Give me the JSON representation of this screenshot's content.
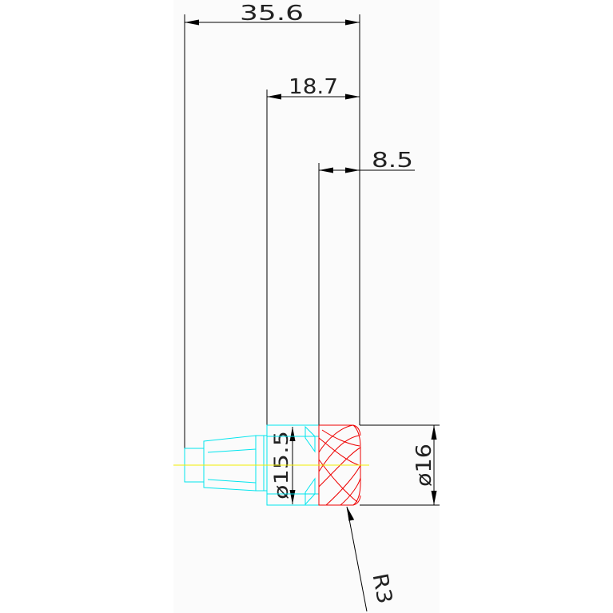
{
  "dimensions": {
    "overall_length": "35.6",
    "mid_length": "18.7",
    "flute_length": "8.5",
    "cutter_diameter": "ø16",
    "neck_diameter": "ø15.5",
    "corner_radius": "R3"
  },
  "colors": {
    "sheet": "#fbfbfb",
    "dimension_line": "#000000",
    "holder_outline": "#00e5ee",
    "flute_outline": "#ee0000",
    "centerline": "#f2ee00",
    "dimension_text": "#222222"
  }
}
